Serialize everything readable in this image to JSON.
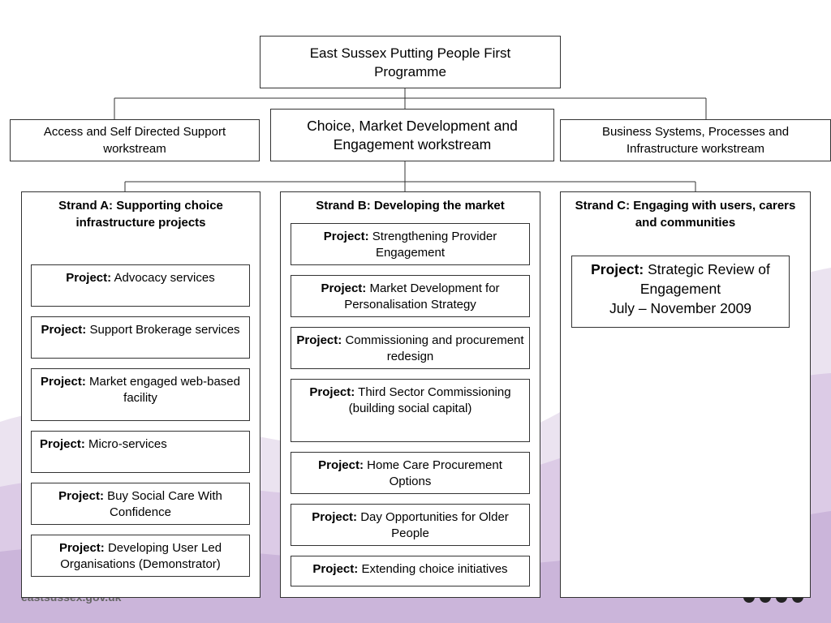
{
  "top": {
    "title": "East Sussex Putting People First Programme"
  },
  "workstreams": {
    "left": "Access and Self Directed Support workstream",
    "middle": "Choice, Market Development and Engagement workstream",
    "right": "Business Systems, Processes and Infrastructure workstream"
  },
  "project_keyword": "Project:",
  "strands": {
    "a": {
      "title": "Strand A: Supporting choice infrastructure projects",
      "projects": [
        "Advocacy services",
        "Support Brokerage services",
        "Market engaged web-based facility",
        "Micro-services",
        "Buy Social Care With Confidence",
        "Developing User Led Organisations (Demonstrator)"
      ]
    },
    "b": {
      "title": "Strand B: Developing the market",
      "projects": [
        "Strengthening Provider Engagement",
        "Market Development for Personalisation Strategy",
        "Commissioning and procurement redesign",
        "Third Sector Commissioning (building social capital)",
        "Home Care Procurement Options",
        "Day Opportunities for Older People",
        "Extending choice initiatives"
      ]
    },
    "c": {
      "title": "Strand C: Engaging with users, carers and communities",
      "projects": [
        "Strategic Review of Engagement",
        "July – November 2009"
      ]
    }
  },
  "footer": {
    "text": "eastsussex.gov.uk"
  },
  "colors": {
    "lavender_light": "#e6dcec",
    "lavender_mid": "#d7c6e2",
    "lavender_dark": "#c8b2d8",
    "border": "#333333"
  }
}
